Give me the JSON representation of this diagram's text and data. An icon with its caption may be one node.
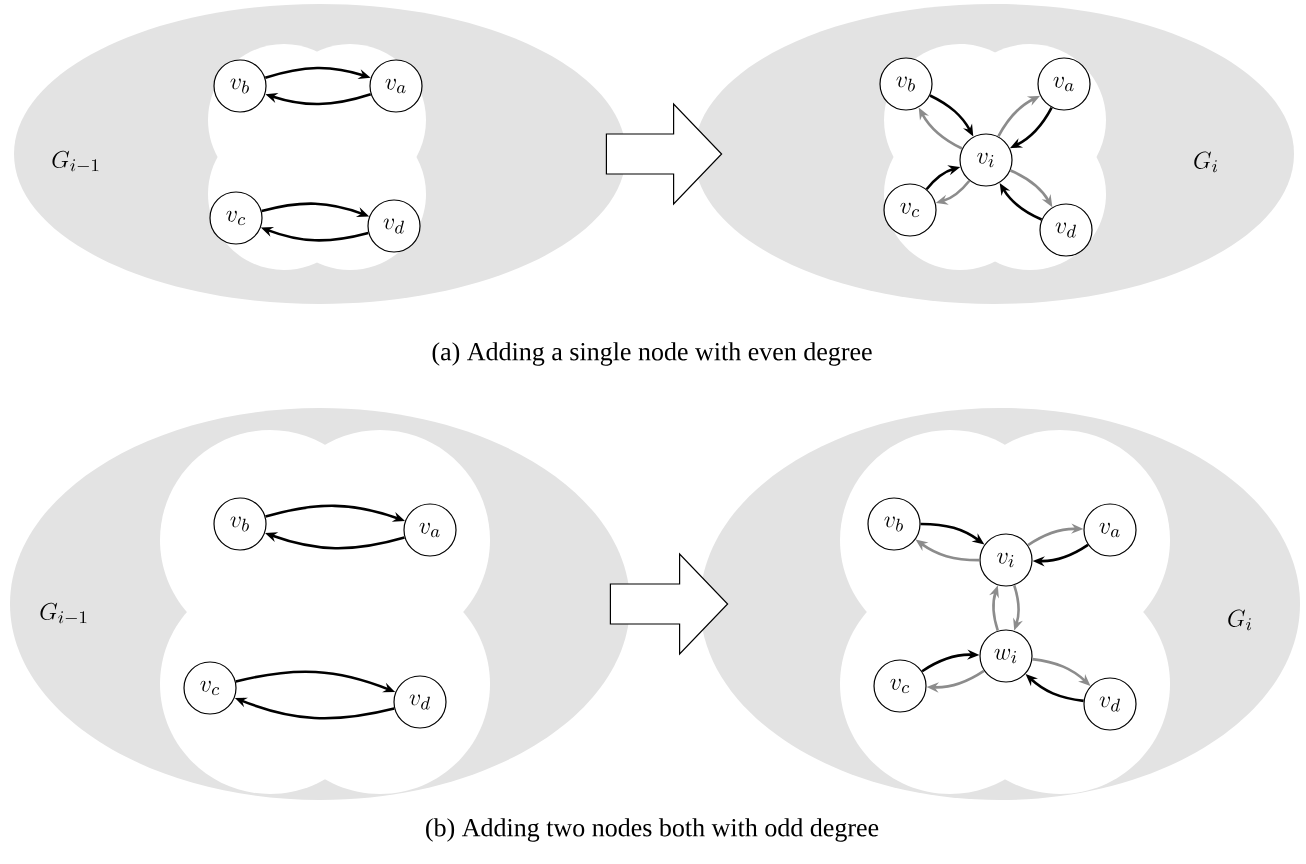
{
  "diagram": {
    "nodes": [
      {
        "text": [
          "G_{i-1}"
        ]
      },
      {
        "text": [
          "v_b"
        ],
        "in": 0
      },
      {
        "text": [
          "v_a"
        ],
        "in": 0
      },
      {
        "text": [
          "v_c"
        ],
        "in": 0
      },
      {
        "text": [
          "v_d"
        ],
        "in": 0
      },
      {
        "text": [
          "G_i"
        ]
      },
      {
        "text": [
          "v_b"
        ],
        "in": 5
      },
      {
        "text": [
          "v_a"
        ],
        "in": 5
      },
      {
        "text": [
          "v_i"
        ],
        "in": 5
      },
      {
        "text": [
          "v_c"
        ],
        "in": 5
      },
      {
        "text": [
          "v_d"
        ],
        "in": 5
      },
      {
        "text": [
          "G_{i-1}"
        ]
      },
      {
        "text": [
          "v_b"
        ],
        "in": 11
      },
      {
        "text": [
          "v_a"
        ],
        "in": 11
      },
      {
        "text": [
          "v_c"
        ],
        "in": 11
      },
      {
        "text": [
          "v_d"
        ],
        "in": 11
      },
      {
        "text": [
          "G_i"
        ]
      },
      {
        "text": [
          "v_b"
        ],
        "in": 16
      },
      {
        "text": [
          "v_i"
        ],
        "in": 16
      },
      {
        "text": [
          "v_a"
        ],
        "in": 16
      },
      {
        "text": [
          "w_i"
        ],
        "in": 16
      },
      {
        "text": [
          "v_c"
        ],
        "in": 16
      },
      {
        "text": [
          "v_d"
        ],
        "in": 16
      }
    ],
    "edges": [
      {
        "from": 1,
        "to": 2,
        "arrow": "to"
      },
      {
        "from": 2,
        "to": 1,
        "arrow": "to"
      },
      {
        "from": 3,
        "to": 4,
        "arrow": "to"
      },
      {
        "from": 4,
        "to": 3,
        "arrow": "to"
      },
      {
        "from": 0,
        "to": 5,
        "arrow": "to"
      },
      {
        "from": 6,
        "to": 8,
        "arrow": "to"
      },
      {
        "from": 8,
        "to": 6,
        "arrow": "to",
        "color": "#8c8c8c"
      },
      {
        "from": 8,
        "to": 7,
        "arrow": "to",
        "color": "#8c8c8c"
      },
      {
        "from": 7,
        "to": 8,
        "arrow": "to"
      },
      {
        "from": 9,
        "to": 8,
        "arrow": "to"
      },
      {
        "from": 8,
        "to": 9,
        "arrow": "to",
        "color": "#8c8c8c"
      },
      {
        "from": 8,
        "to": 10,
        "arrow": "to",
        "color": "#8c8c8c"
      },
      {
        "from": 10,
        "to": 8,
        "arrow": "to"
      },
      {
        "from": 12,
        "to": 13,
        "arrow": "to"
      },
      {
        "from": 13,
        "to": 12,
        "arrow": "to"
      },
      {
        "from": 14,
        "to": 15,
        "arrow": "to"
      },
      {
        "from": 15,
        "to": 14,
        "arrow": "to"
      },
      {
        "from": 11,
        "to": 16,
        "arrow": "to"
      },
      {
        "from": 17,
        "to": 18,
        "arrow": "to"
      },
      {
        "from": 18,
        "to": 17,
        "arrow": "to",
        "color": "#8c8c8c"
      },
      {
        "from": 18,
        "to": 19,
        "arrow": "to",
        "color": "#8c8c8c"
      },
      {
        "from": 19,
        "to": 18,
        "arrow": "to"
      },
      {
        "from": 20,
        "to": 18,
        "arrow": "to",
        "color": "#8c8c8c"
      },
      {
        "from": 18,
        "to": 20,
        "arrow": "to",
        "color": "#8c8c8c"
      },
      {
        "from": 21,
        "to": 20,
        "arrow": "to"
      },
      {
        "from": 20,
        "to": 21,
        "arrow": "to",
        "color": "#8c8c8c"
      },
      {
        "from": 20,
        "to": 22,
        "arrow": "to",
        "color": "#8c8c8c"
      },
      {
        "from": 22,
        "to": 20,
        "arrow": "to"
      }
    ],
    "labels": [
      "(a) Adding a single node with even degree",
      "(b) Adding two nodes both with odd degree"
    ]
  }
}
